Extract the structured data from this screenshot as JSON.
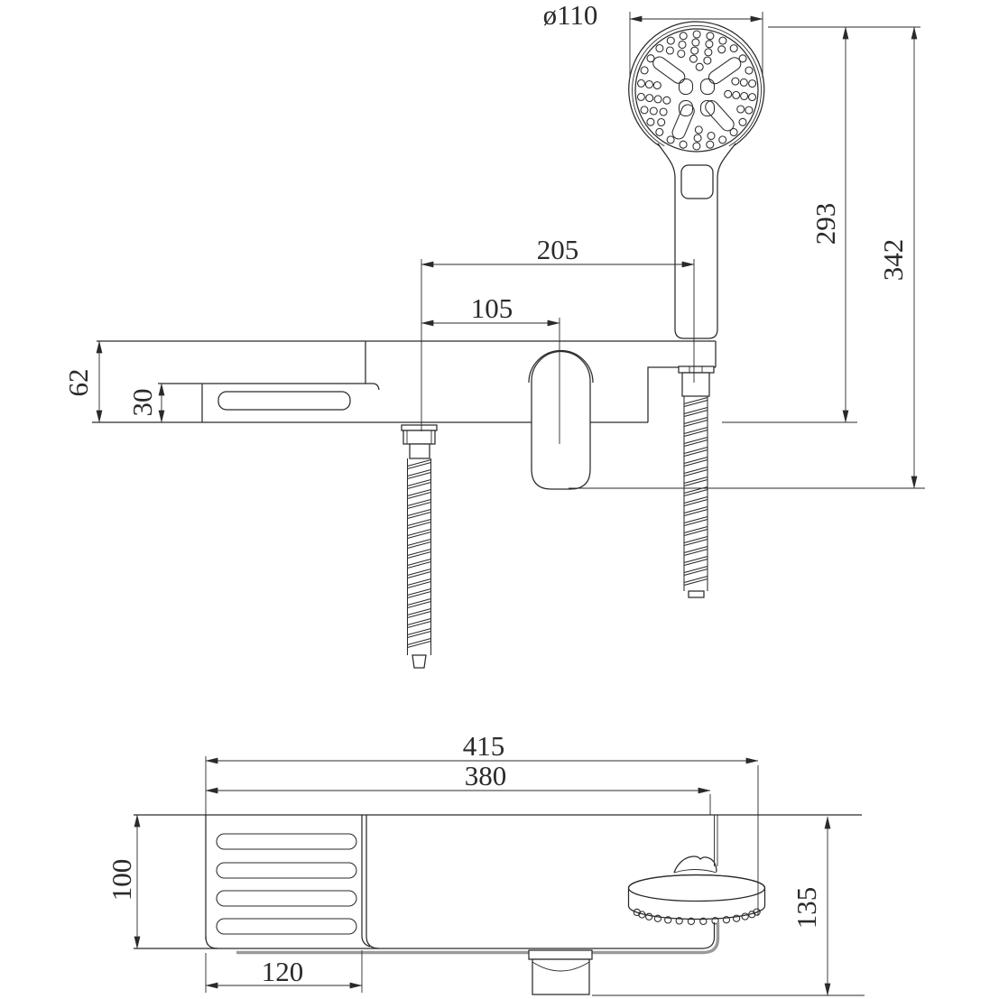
{
  "title": "shower-faucet-technical-drawing",
  "colors": {
    "line": "#2a2a2a",
    "shadow": "#9a9a9a",
    "background": "#ffffff"
  },
  "views": {
    "front_view": {
      "dimensions": {
        "head_diameter": "ø110",
        "hose_offset": "205",
        "handle_offset": "105",
        "body_height": "62",
        "spout_height": "30",
        "height_to_body_bottom": "293",
        "overall_height": "342"
      }
    },
    "top_view": {
      "dimensions": {
        "overall_length": "415",
        "body_length": "380",
        "shelf_length": "120",
        "body_depth": "100",
        "overall_depth": "135"
      }
    }
  }
}
